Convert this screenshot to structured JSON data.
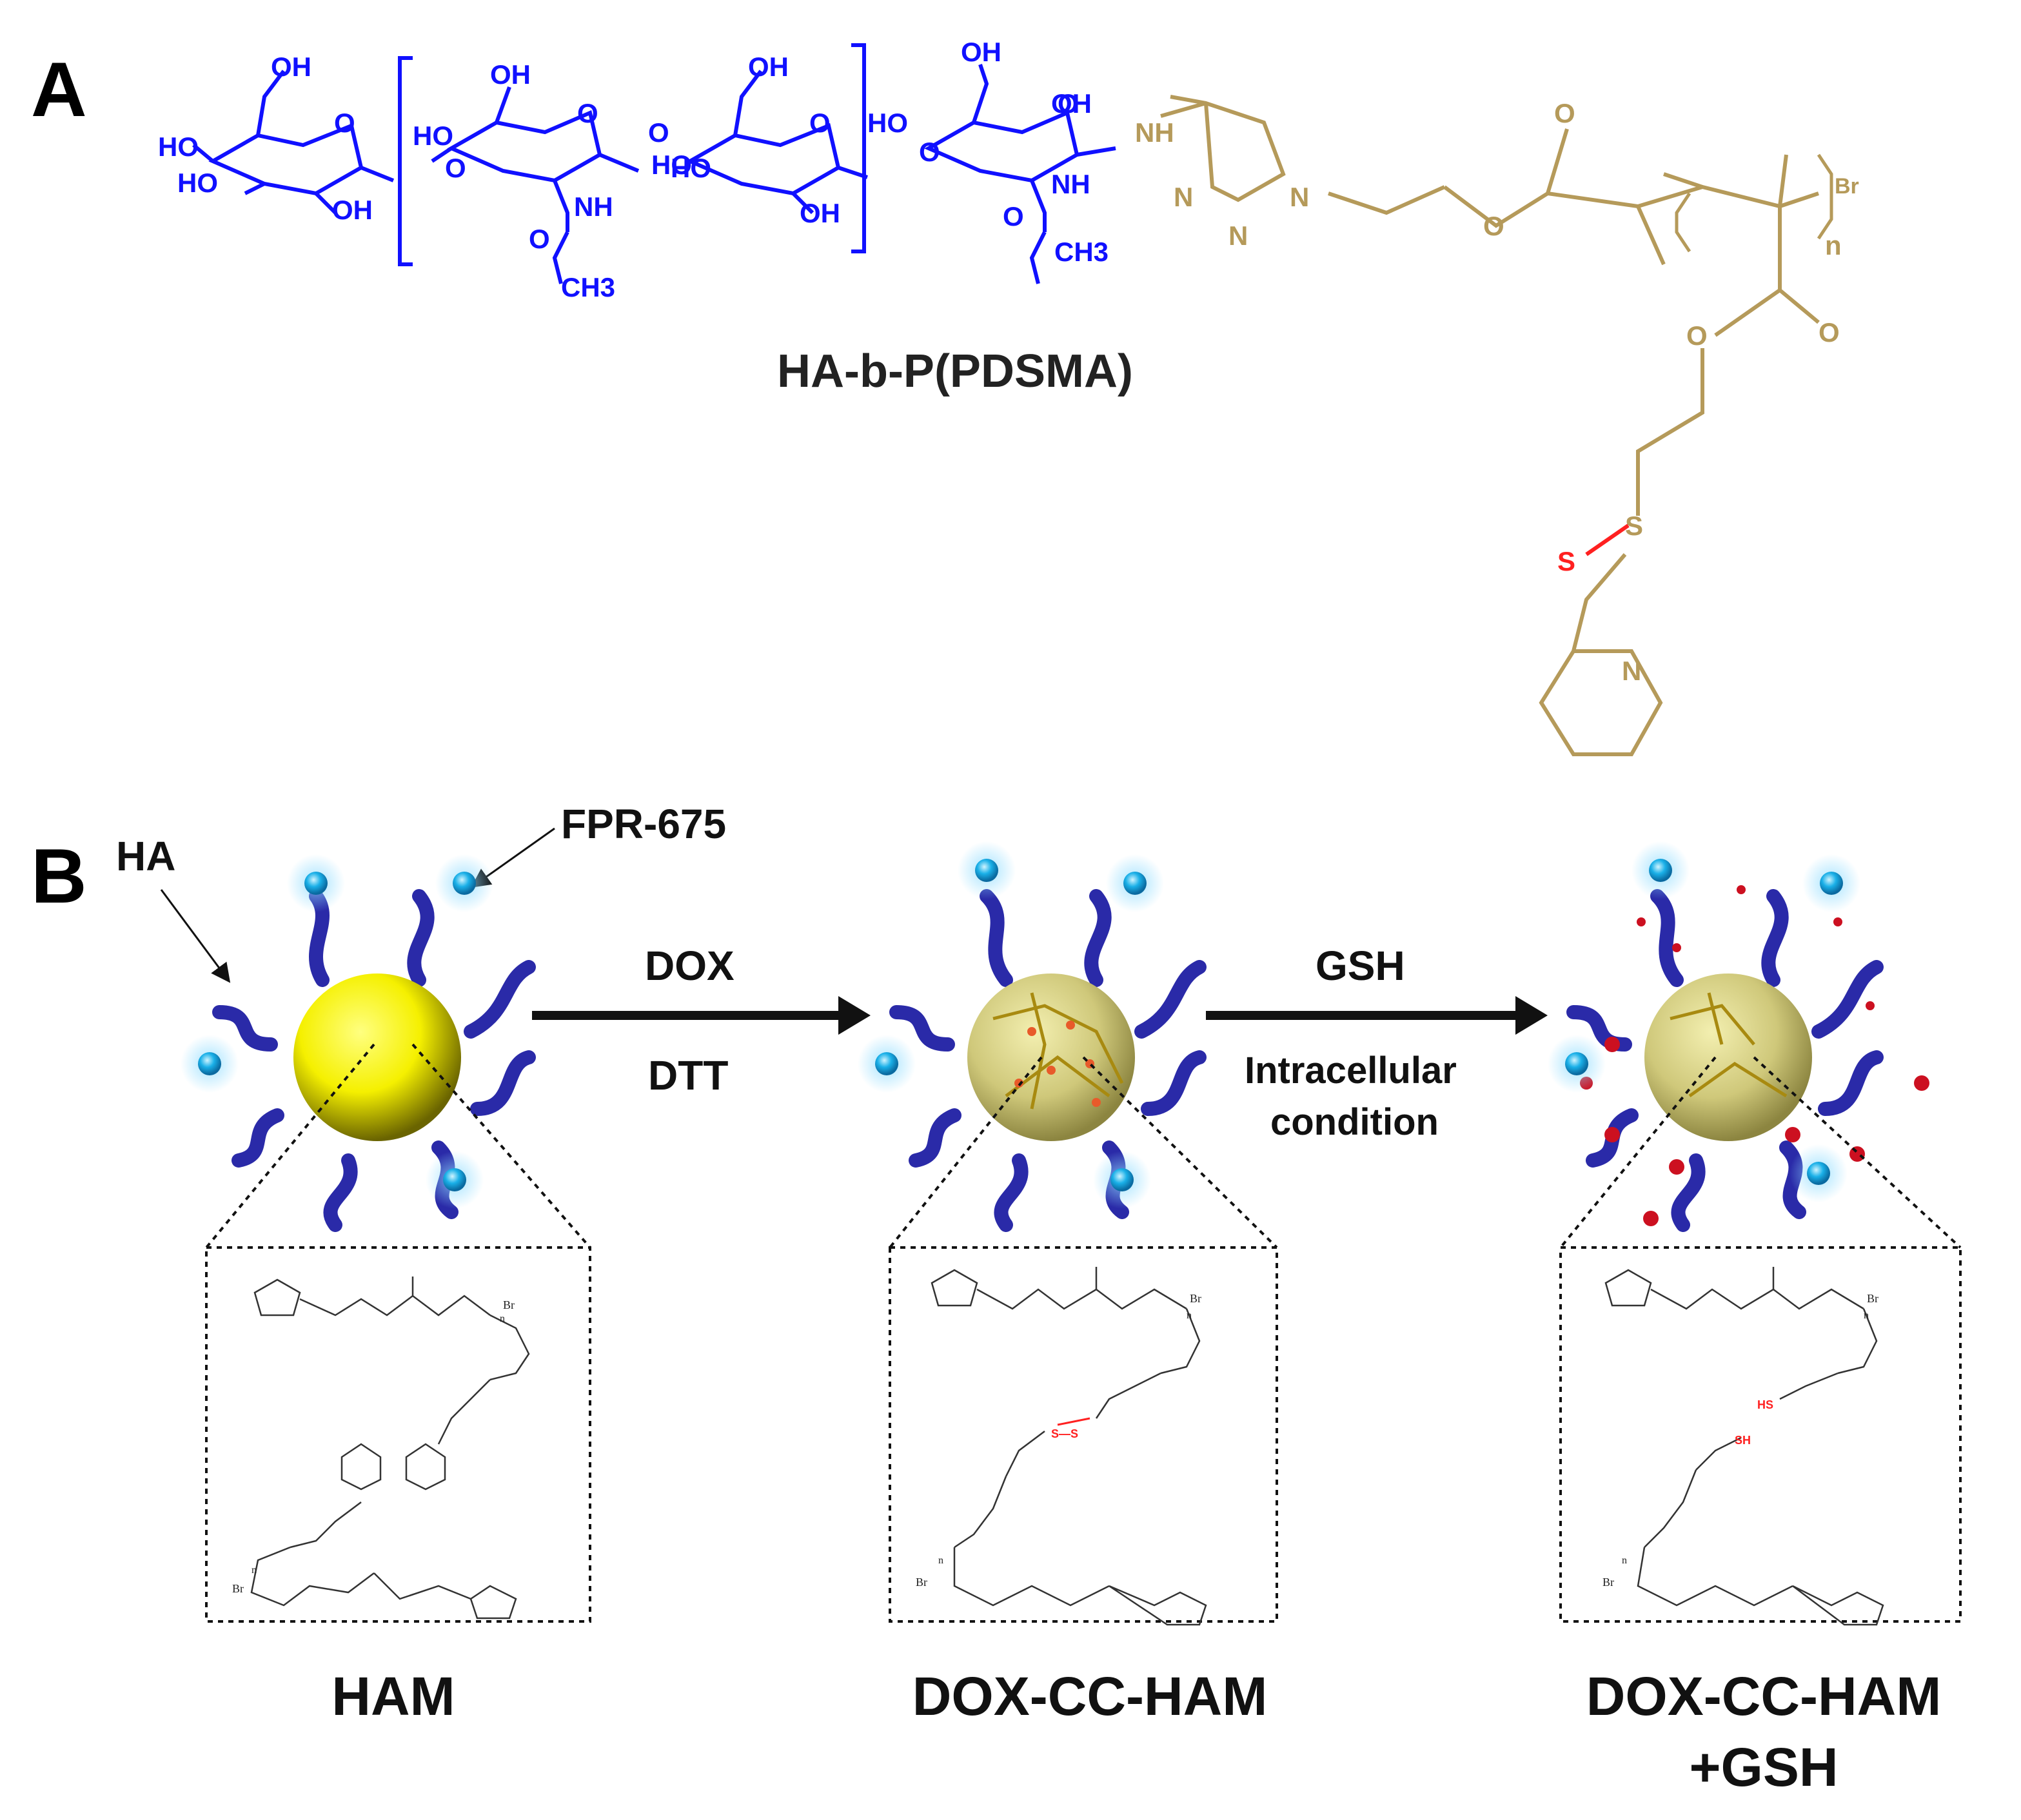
{
  "panel_a": {
    "letter": "A",
    "compound_name": "HA-b-P(PDSMA)",
    "atoms_blue": {
      "oh_1": "OH",
      "ho_1": "HO",
      "ho_2": "HO",
      "oh_2": "OH",
      "o_ring1": "O",
      "o_link1": "O",
      "oh_3": "OH",
      "ho_3": "HO",
      "o_ring2": "O",
      "nh_1": "NH",
      "o_acyl1": "O",
      "ch3_1": "CH3",
      "ho_4": "HO",
      "oh_4": "OH",
      "o_link2": "O",
      "o_ring3": "O",
      "ho_5": "HO",
      "oh_5": "OH",
      "oh_6": "OH",
      "oh_7": "OH",
      "ho_6": "HO",
      "o_link3": "O",
      "o_ring4": "O",
      "nh_2": "NH",
      "o_acyl2": "O",
      "ch3_2": "CH3"
    },
    "atoms_gold": {
      "nh_link": "NH",
      "n_1": "N",
      "n_2": "N",
      "n_3": "N",
      "o_ester1": "O",
      "o_carbonyl1": "O",
      "br": "Br",
      "n_repeat": "n",
      "o_ester2": "O",
      "o_carbonyl2": "O",
      "s_1": "S",
      "n_pyridine": "N"
    },
    "atoms_red": {
      "s_2": "S"
    }
  },
  "panel_b": {
    "letter": "B",
    "callouts": {
      "ha": "HA",
      "fpr": "FPR-675"
    },
    "arrow1": {
      "top": "DOX",
      "bottom": "DTT"
    },
    "arrow2": {
      "top": "GSH",
      "bottom_line1": "Intracellular",
      "bottom_line2": "condition"
    },
    "stages": [
      {
        "label_line1": "HAM",
        "label_line2": ""
      },
      {
        "label_line1": "DOX-CC-HAM",
        "label_line2": ""
      },
      {
        "label_line1": "DOX-CC-HAM",
        "label_line2": "+GSH"
      }
    ],
    "inset_atoms": {
      "br": "Br",
      "n": "n",
      "ss": "S—S",
      "hs": "HS",
      "sh": "SH"
    }
  },
  "colors": {
    "ha_blue": "#1010ff",
    "polymer_gold": "#b59a5a",
    "disulfide_red": "#ff2020",
    "core_yellow": "#f5f000",
    "dye_cyan": "#1ab0e8",
    "dox_red": "#cc1020"
  }
}
